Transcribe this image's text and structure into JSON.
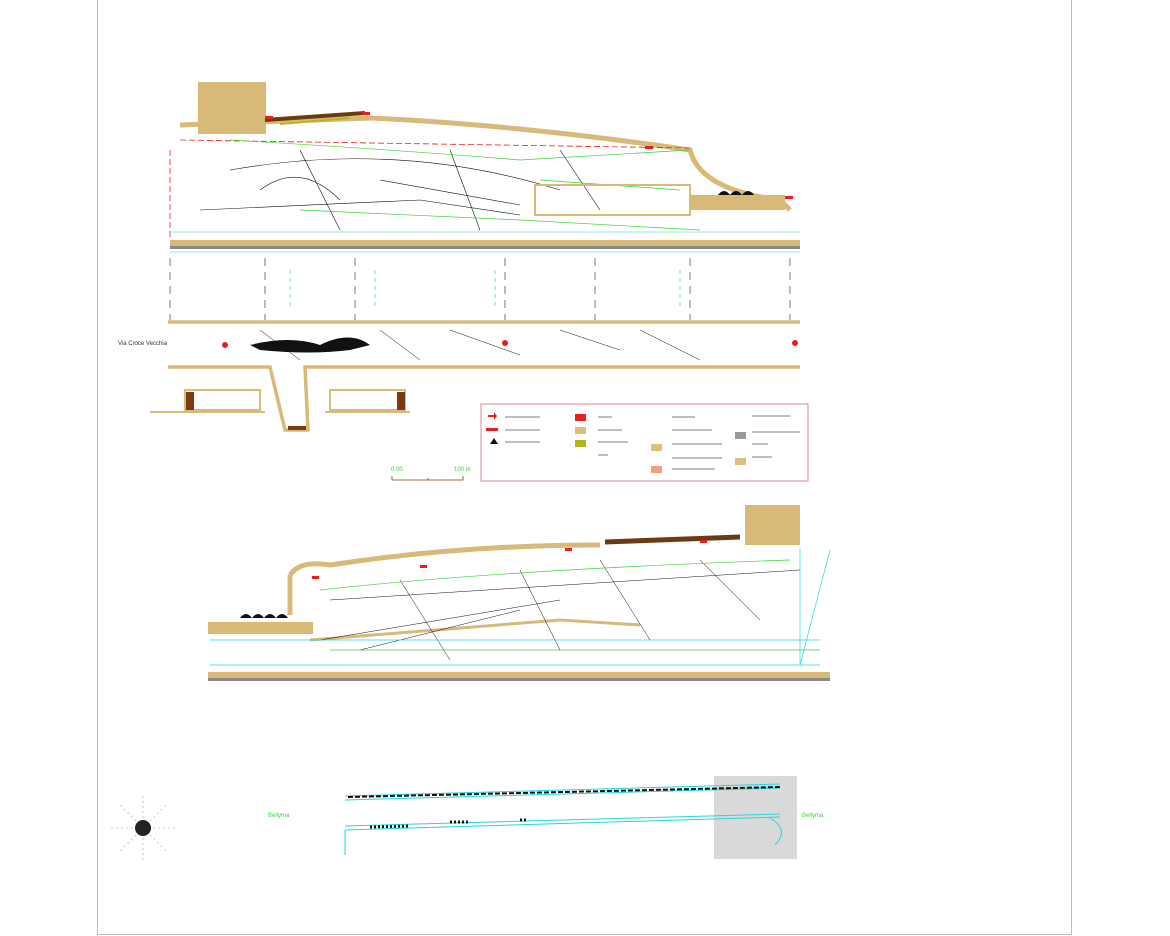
{
  "drawing": {
    "street_label": "Via Croce Vecchia",
    "scale": {
      "start": "0.00",
      "end": "100 m"
    },
    "plan_labels": {
      "left": "Bellyma",
      "right": "Bellyma"
    }
  },
  "legend": {
    "border_color": "#d98b97",
    "swatches": [
      {
        "name": "red-marker",
        "color": "#e8201c"
      },
      {
        "name": "tan",
        "color": "#dbbf7a"
      },
      {
        "name": "olive",
        "color": "#b5b51c"
      },
      {
        "name": "brown",
        "color": "#7a3b10"
      },
      {
        "name": "tan-2",
        "color": "#dbbf7a"
      },
      {
        "name": "salmon",
        "color": "#f0a080"
      },
      {
        "name": "gray",
        "color": "#9a9a9a"
      },
      {
        "name": "tan-3",
        "color": "#dbbf7a"
      }
    ]
  },
  "colors": {
    "fill": "#d9b978",
    "line": "#111111",
    "cyan": "#25d6dc",
    "green": "#3ccf3c",
    "red": "#e8201c",
    "brown": "#7a3b10",
    "gray": "#d9d9d9"
  }
}
